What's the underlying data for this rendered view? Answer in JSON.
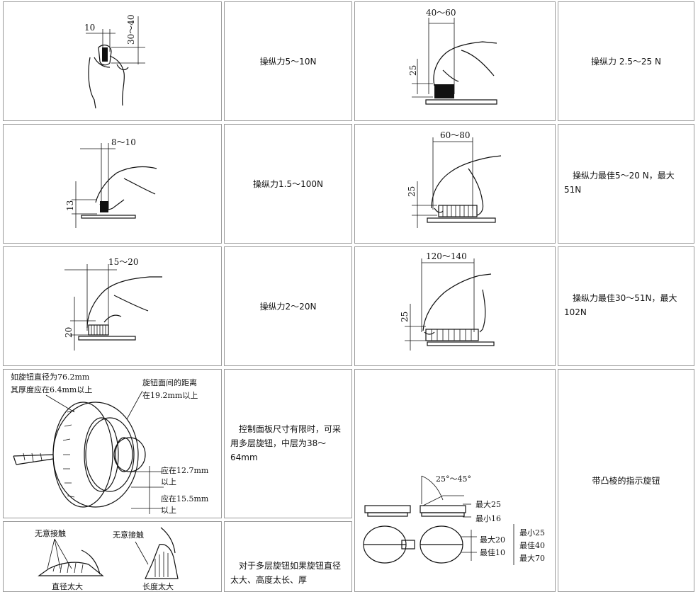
{
  "rows": [
    {
      "fig1": {
        "dims": [
          "10",
          "30～40"
        ]
      },
      "desc1": "操纵力5～10N",
      "fig2": {
        "dims": [
          "40～60",
          "25"
        ]
      },
      "desc2": "操纵力 2.5～25 N"
    },
    {
      "fig1": {
        "dims": [
          "8～10",
          "13"
        ]
      },
      "desc1": "操纵力1.5～100N",
      "fig2": {
        "dims": [
          "60～80",
          "25"
        ]
      },
      "desc2": "操纵力最佳5～20 N，最大51N"
    },
    {
      "fig1": {
        "dims": [
          "15～20",
          "20"
        ]
      },
      "desc1": "操纵力2～20N",
      "fig2": {
        "dims": [
          "120～140",
          "25"
        ]
      },
      "desc2": "操纵力最佳30～51N，最大102N"
    }
  ],
  "multilayer": {
    "labels": {
      "diameter": "如旋钮直径为76.2mm",
      "thickness": "其厚度应在6.4mm以上",
      "gap_title": "旋钮面间的距离",
      "gap_value": "在19.2mm以上",
      "mid_1": "应在12.7mm",
      "mid_2": "以上",
      "low_1": "应在15.5mm",
      "low_2": "以上"
    },
    "desc": "控制面板尺寸有限时，可采用多层旋钮，中层为38～64mm"
  },
  "touch": {
    "labels": {
      "left_top": "无意接触",
      "right_top": "无意接触",
      "left_bottom": "直径太大",
      "right_bottom": "长度太大"
    },
    "desc": "对于多层旋钮如果旋钮直径太大、高度太长、厚"
  },
  "pointer": {
    "labels": {
      "angle": "25°～45°",
      "max25": "最大25",
      "min16": "最小16",
      "max20": "最大20",
      "best10": "最佳10",
      "min25": "最小25",
      "best40": "最佳40",
      "max70": "最大70"
    },
    "desc": "带凸棱的指示旋钮"
  }
}
